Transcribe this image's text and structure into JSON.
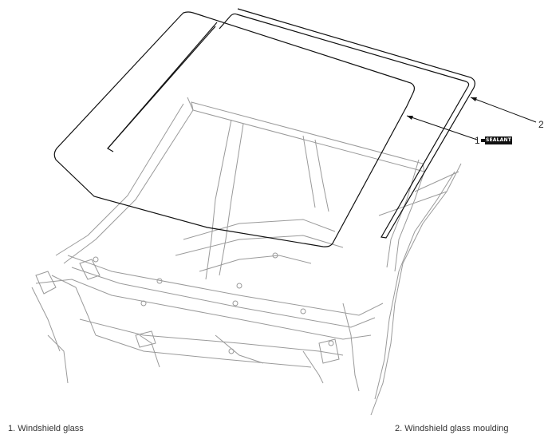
{
  "callouts": {
    "one": "1",
    "two": "2"
  },
  "sealant_label": "SEALANT",
  "legend": {
    "item1": "1. Windshield glass",
    "item2": "2. Windshield glass moulding"
  },
  "colors": {
    "line_main": "#111111",
    "line_body": "#9a9a9a",
    "background": "#ffffff"
  }
}
